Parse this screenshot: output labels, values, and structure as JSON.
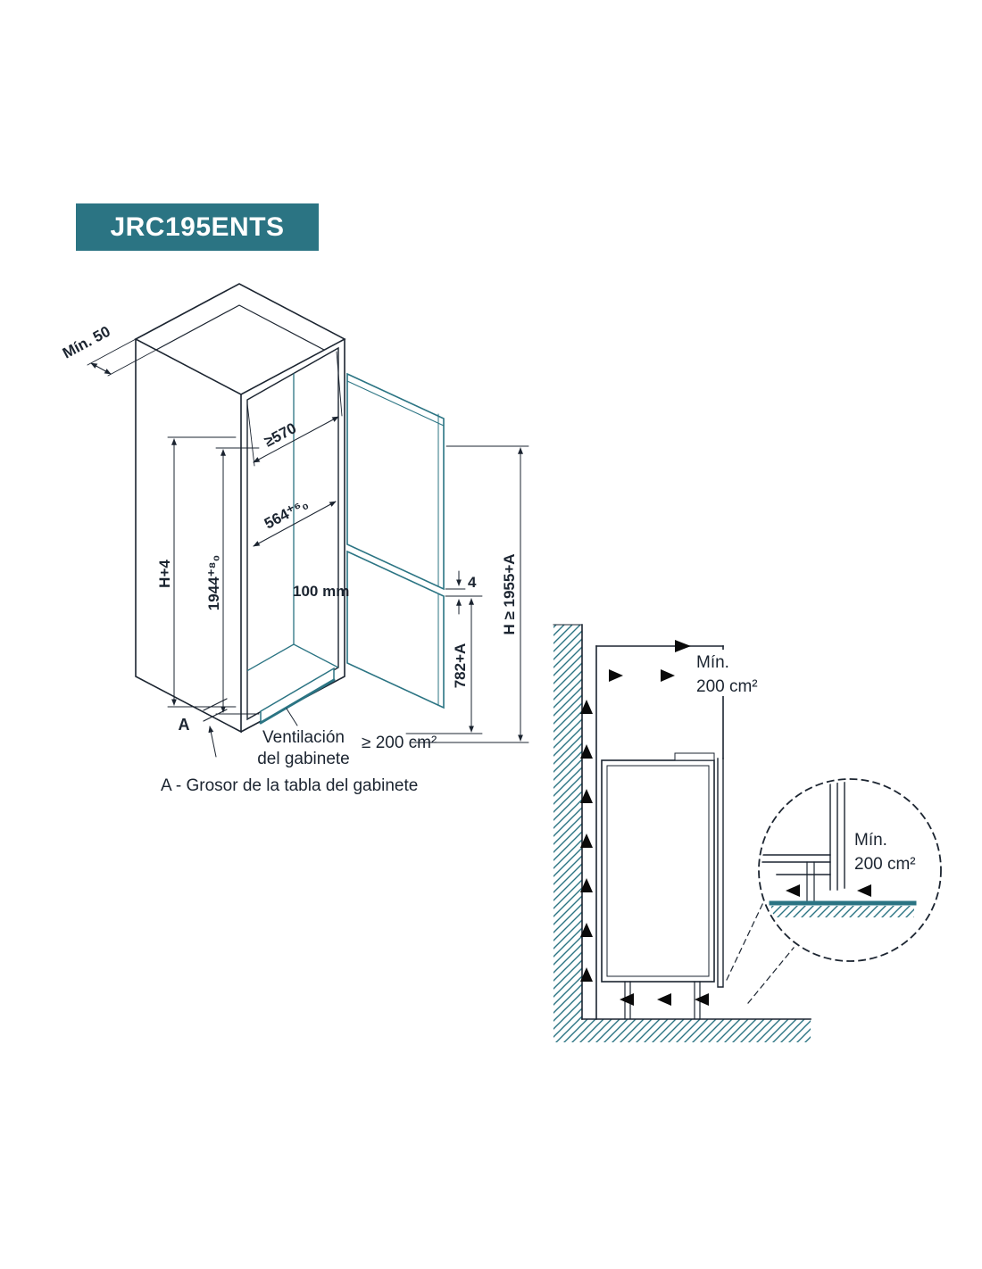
{
  "title_badge": {
    "label": "JRC195ENTS"
  },
  "colors": {
    "accent_teal": "#2b7483",
    "line_dark": "#1b2430",
    "arrow_black": "#0a0a0a",
    "background": "#ffffff"
  },
  "isometric": {
    "dim_min50": "Mín. 50",
    "dim_top_depth": "≥570",
    "dim_niche_width": "564⁺⁶₀",
    "dim_h4": "H+4",
    "dim_niche_height": "1944⁺⁸₀",
    "dim_100mm": "100 mm",
    "dim_door_gap": "4",
    "dim_lower_door": "782+A",
    "dim_total_height": "H ≥ 1955+A",
    "panel_letter": "A",
    "vent_line1": "Ventilación",
    "vent_line2": "del gabinete",
    "vent_area": "≥ 200 cm²",
    "footnote": "A - Grosor de la tabla del gabinete"
  },
  "side_view": {
    "top_vent_line1": "Mín.",
    "top_vent_line2": "200 cm²",
    "detail_vent_line1": "Mín.",
    "detail_vent_line2": "200 cm²"
  }
}
